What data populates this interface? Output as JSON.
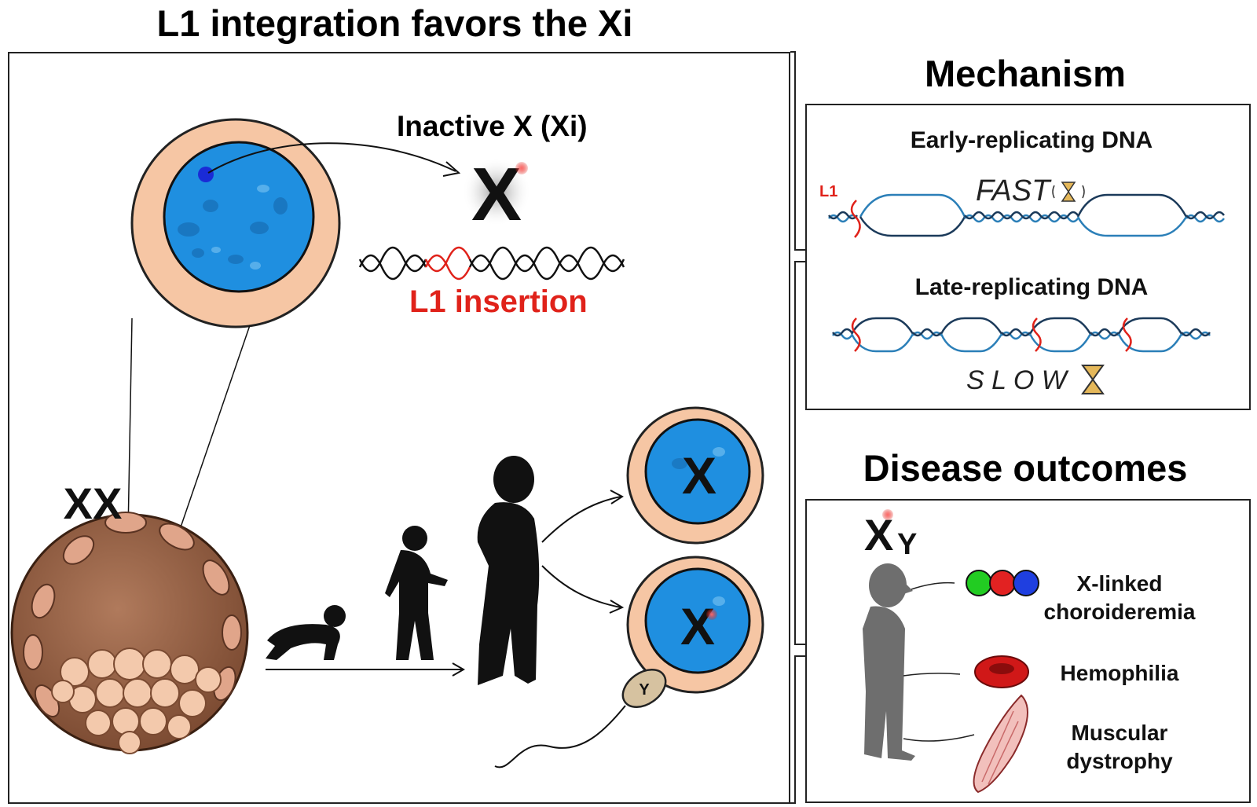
{
  "main": {
    "title": "L1 integration favors the Xi",
    "inactive_x_label": "Inactive X (Xi)",
    "chromosome_letter": "X",
    "l1_insertion_label": "L1 insertion",
    "genotype_label": "XX",
    "zygote_x_letter": "X",
    "sperm_letter": "Y"
  },
  "mechanism": {
    "title": "Mechanism",
    "early_label": "Early-replicating DNA",
    "l1_tag": "L1",
    "fast_label": "FAST",
    "late_label": "Late-replicating DNA",
    "slow_label": "S L O W"
  },
  "disease": {
    "title": "Disease outcomes",
    "genotype_x": "X",
    "genotype_y": "Y",
    "outcome_1_line1": "X-linked",
    "outcome_1_line2": "choroideremia",
    "outcome_2": "Hemophilia",
    "outcome_3_line1": "Muscular",
    "outcome_3_line2": "dystrophy"
  },
  "colors": {
    "nucleus_blue": "#1f8fe0",
    "cytoplasm_peach": "#f6c6a4",
    "l1_red": "#e0221a",
    "dna_blue": "#2b7fb8",
    "embryo_brown": "#a86f52",
    "silhouette": "#111111",
    "child_gray": "#6e6e6e"
  }
}
